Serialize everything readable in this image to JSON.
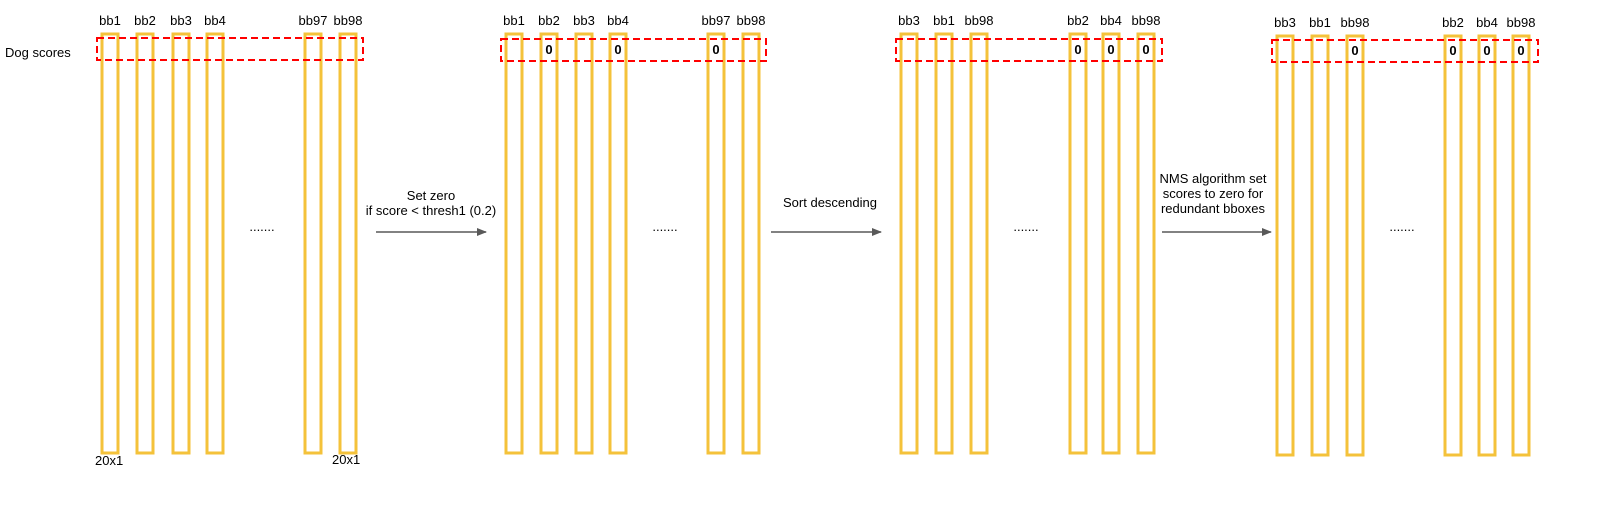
{
  "row_label": "Dog scores",
  "dims_label": "20x1",
  "ellipsis": ".......",
  "zero": "0",
  "colors": {
    "column": "#F4C23A",
    "highlight": "#FF0000",
    "arrow": "#595959",
    "text": "#000000"
  },
  "panels": [
    {
      "columns": [
        {
          "label": "bb1",
          "zero": false
        },
        {
          "label": "bb2",
          "zero": false
        },
        {
          "label": "bb3",
          "zero": false
        },
        {
          "label": "bb4",
          "zero": false
        },
        {
          "label": "bb97",
          "zero": false
        },
        {
          "label": "bb98",
          "zero": false
        }
      ],
      "dims_left": "20x1",
      "dims_right": "20x1"
    },
    {
      "columns": [
        {
          "label": "bb1",
          "zero": false
        },
        {
          "label": "bb2",
          "zero": true
        },
        {
          "label": "bb3",
          "zero": false
        },
        {
          "label": "bb4",
          "zero": true
        },
        {
          "label": "bb97",
          "zero": true
        },
        {
          "label": "bb98",
          "zero": false
        }
      ]
    },
    {
      "columns": [
        {
          "label": "bb3",
          "zero": false
        },
        {
          "label": "bb1",
          "zero": false
        },
        {
          "label": "bb98",
          "zero": false
        },
        {
          "label": "bb2",
          "zero": true
        },
        {
          "label": "bb4",
          "zero": true
        },
        {
          "label": "bb98",
          "zero": true
        }
      ]
    },
    {
      "columns": [
        {
          "label": "bb3",
          "zero": false
        },
        {
          "label": "bb1",
          "zero": false
        },
        {
          "label": "bb98",
          "zero": true
        },
        {
          "label": "bb2",
          "zero": true
        },
        {
          "label": "bb4",
          "zero": true
        },
        {
          "label": "bb98",
          "zero": true
        }
      ]
    }
  ],
  "steps": [
    {
      "lines": [
        "Set zero",
        "if score < thresh1 (0.2)"
      ]
    },
    {
      "lines": [
        "Sort descending"
      ]
    },
    {
      "lines": [
        "NMS algorithm set",
        "scores to zero for",
        "redundant bboxes"
      ]
    }
  ]
}
